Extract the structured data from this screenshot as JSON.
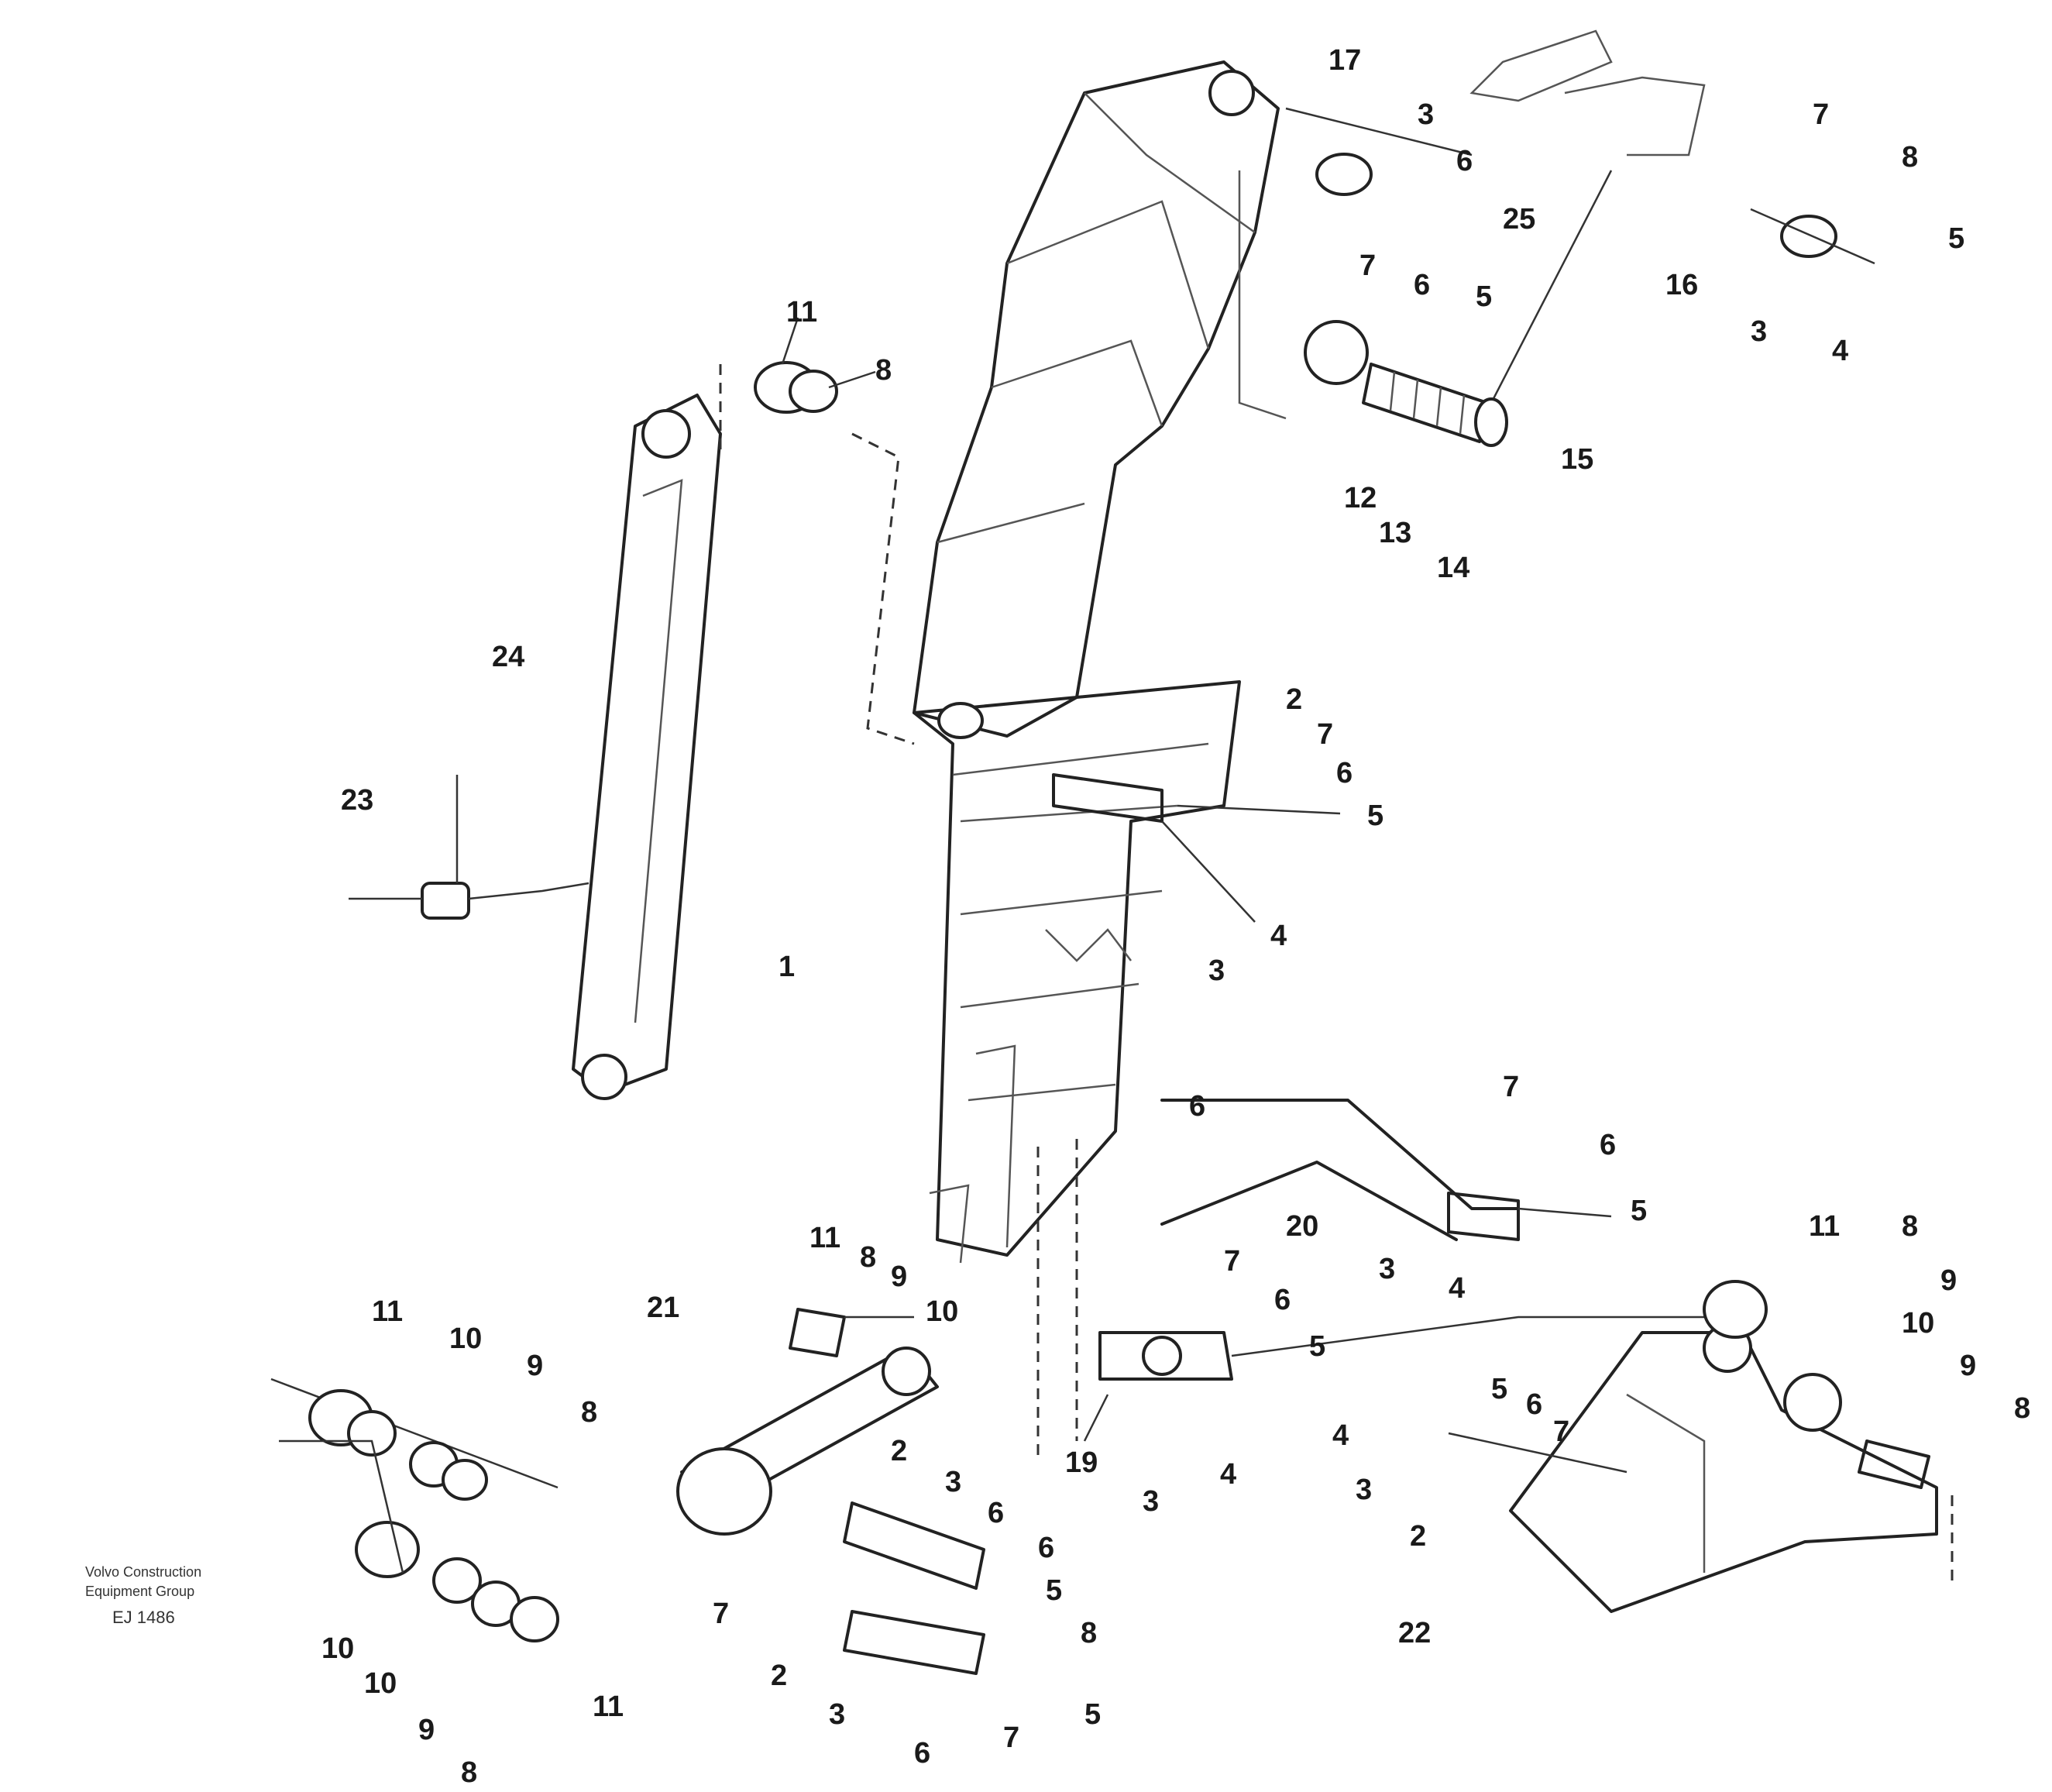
{
  "diagram": {
    "callouts": [
      "17",
      "3",
      "6",
      "7",
      "6",
      "5",
      "25",
      "7",
      "8",
      "5",
      "16",
      "3",
      "4",
      "11",
      "8",
      "15",
      "12",
      "13",
      "14",
      "24",
      "23",
      "2",
      "7",
      "6",
      "5",
      "4",
      "3",
      "1",
      "6",
      "7",
      "6",
      "20",
      "5",
      "3",
      "4",
      "21",
      "11",
      "8",
      "9",
      "10",
      "7",
      "6",
      "5",
      "19",
      "3",
      "4",
      "11",
      "10",
      "9",
      "8",
      "10",
      "10",
      "9",
      "8",
      "11",
      "2",
      "3",
      "6",
      "6",
      "5",
      "7",
      "8",
      "2",
      "3",
      "6",
      "7",
      "5",
      "11",
      "8",
      "9",
      "10",
      "9",
      "8",
      "5",
      "6",
      "7",
      "4",
      "3",
      "2",
      "22"
    ],
    "stamp": {
      "line1": "Volvo Construction",
      "line2": "Equipment Group",
      "code": "EJ 1486"
    }
  }
}
